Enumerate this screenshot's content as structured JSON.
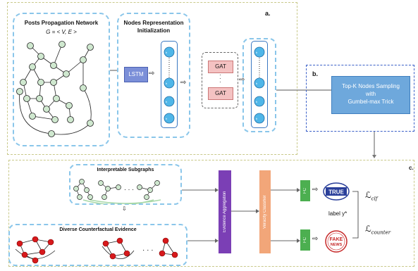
{
  "panels": {
    "a": {
      "tag": "a.",
      "network_title": "Posts Propagation Network",
      "network_formula": "G = < V, E >",
      "init_title_line1": "Nodes Representation",
      "init_title_line2": "Initialization",
      "lstm": "LSTM",
      "gat_top": "GAT",
      "gat_bottom": "GAT"
    },
    "b": {
      "tag": "b.",
      "sampling_line1": "Top-K Nodes Sampling",
      "sampling_line2": "with",
      "sampling_line3": "Gumbel-max Trick"
    },
    "c": {
      "tag": "c.",
      "subgraphs_title": "Interpretable Subgraphs",
      "counterfactual_title": "Diverse Counterfactual Evidence",
      "evidence_aggregation": "Evidence Aggregation",
      "veracity_classifier": "Veracity Classifier",
      "fc_top": "FC",
      "fc_bottom": "FC",
      "true_stamp": "TRUE",
      "fake_stamp_line1": "FAKE",
      "fake_stamp_line2": "NEWS",
      "label": "label y*",
      "loss_clf": "ℒ",
      "loss_clf_sub": "clf",
      "loss_counter": "ℒ",
      "loss_counter_sub": "counter"
    }
  },
  "colors": {
    "dash_blue": "#6baed6",
    "node_green": "#c7e9c0",
    "node_red": "#d7191c",
    "sampling_blue": "#6ea8dc",
    "gat_pink": "#f4c2c2",
    "lstm_blue": "#7b8fd8",
    "aggregation_purple": "#7b3fb5",
    "classifier_orange": "#f2a679",
    "fc_green": "#4caf50"
  }
}
